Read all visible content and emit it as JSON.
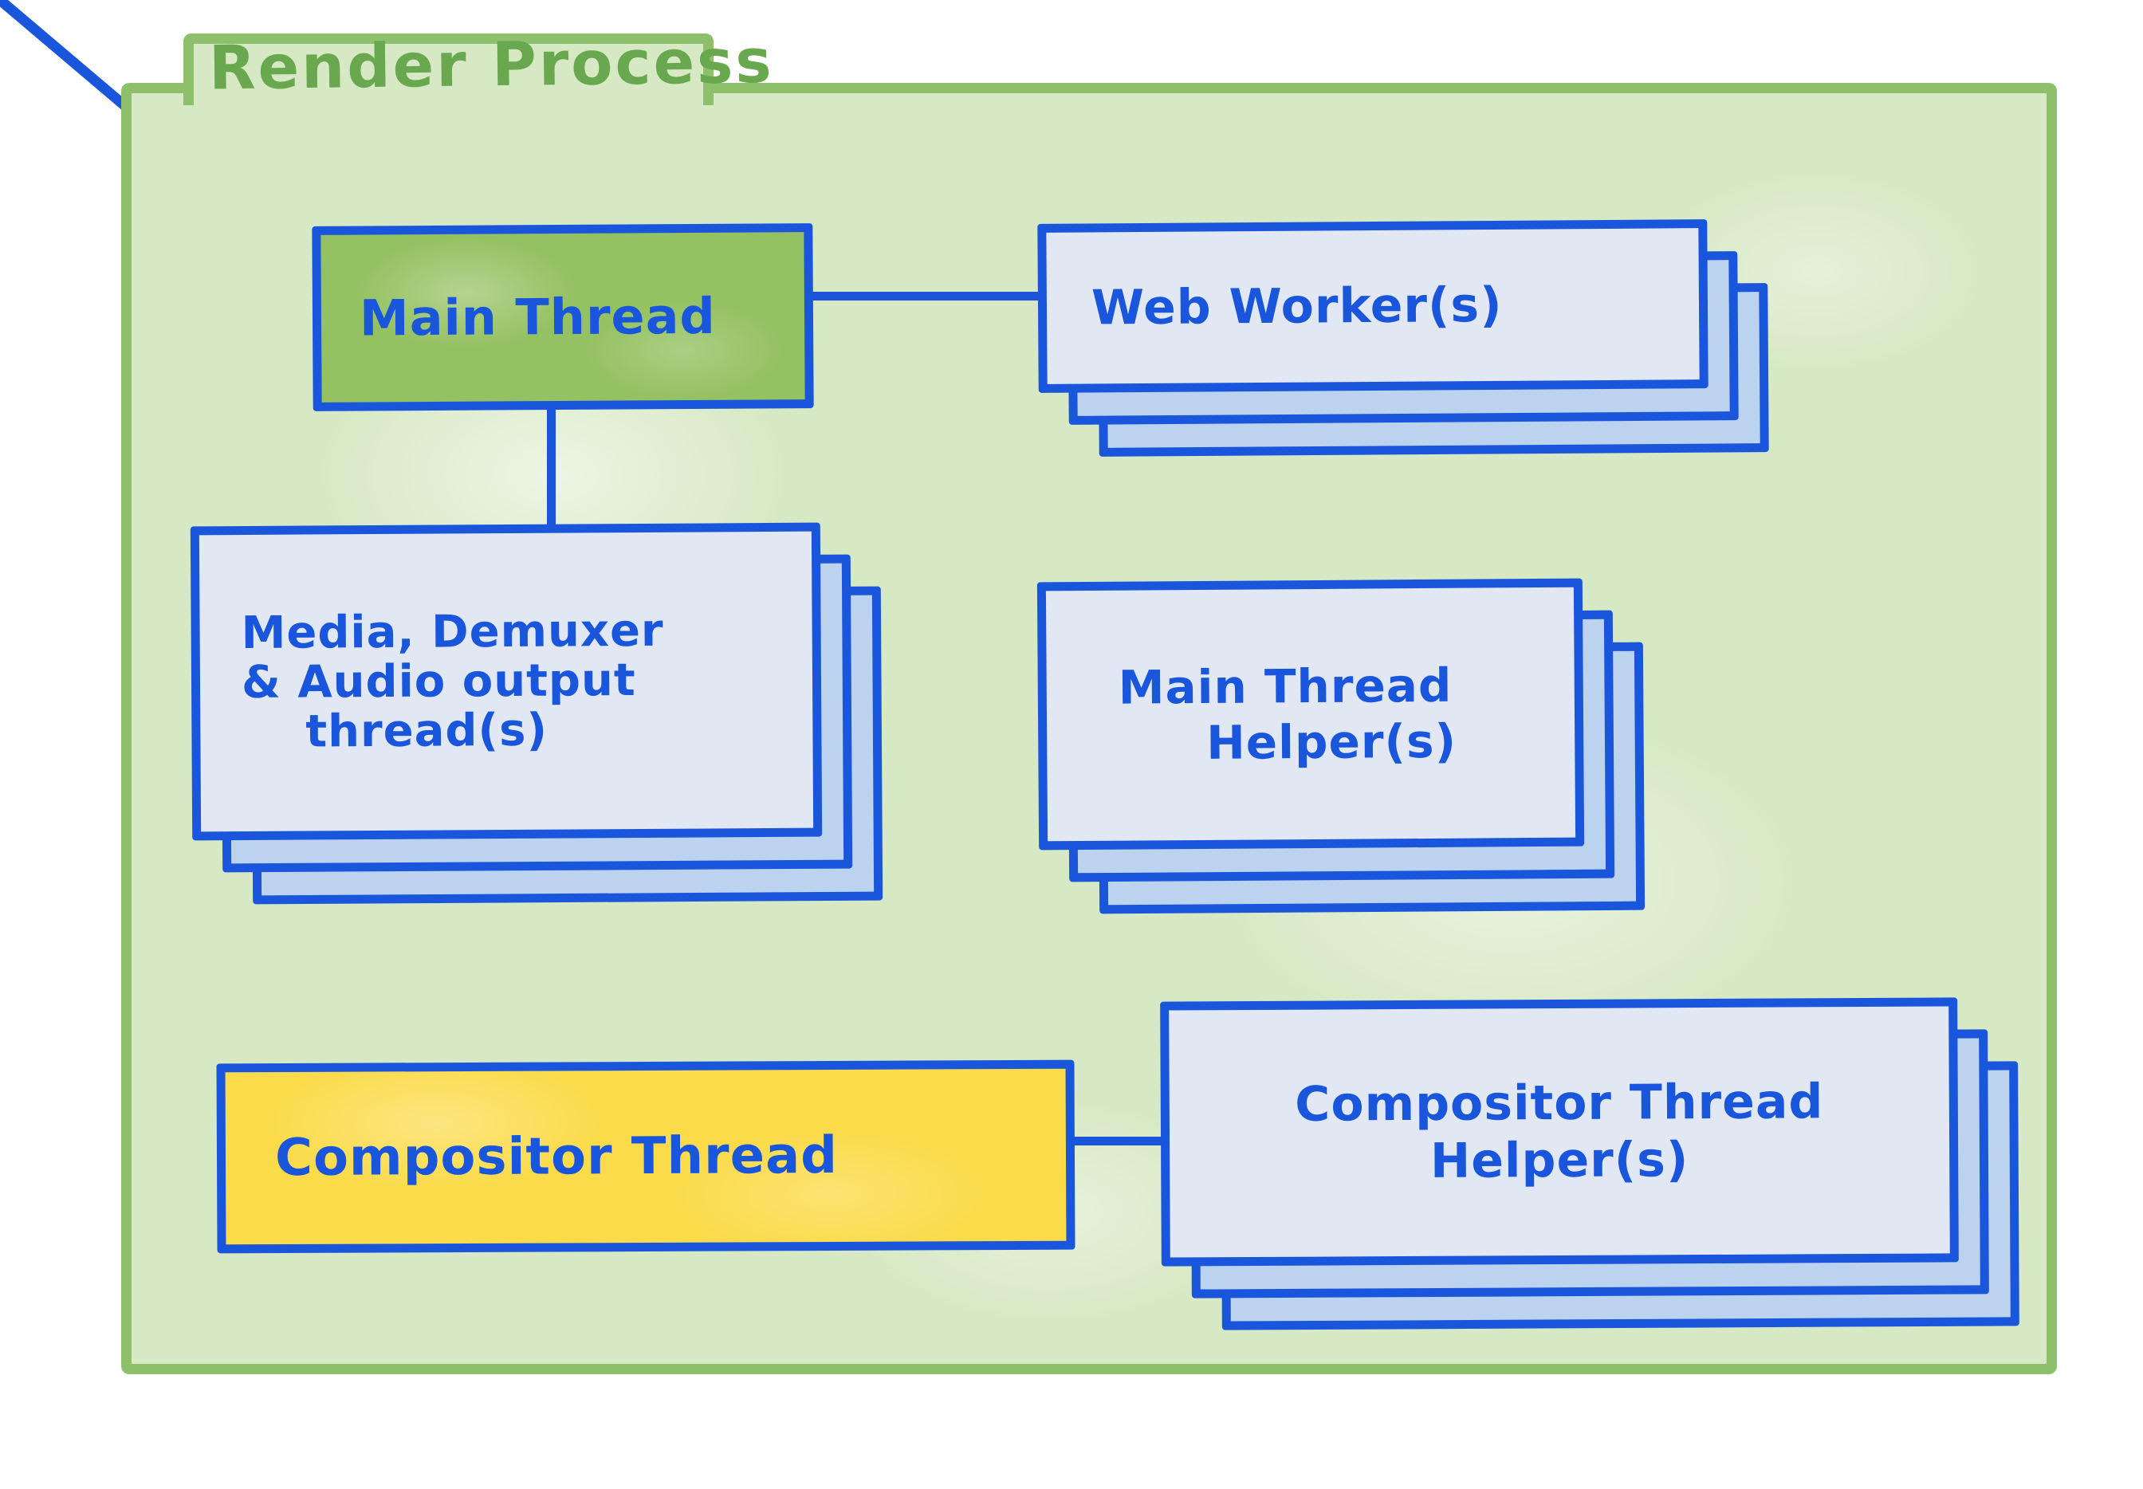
{
  "diagram": {
    "title": "Render Process",
    "type": "architecture-block-diagram",
    "colors": {
      "container_fill": "#d7e9c4",
      "container_border": "#8ec06c",
      "title_text": "#6aa84f",
      "node_border": "#1a56db",
      "node_text": "#1a56db",
      "node_fill_default": "#e2e8f3",
      "stack_layer_fill": "#bcd3ef",
      "main_thread_fill": "#94c161",
      "compositor_thread_fill": "#fbdb4a"
    },
    "nodes": [
      {
        "id": "main-thread",
        "label": "Main Thread",
        "lines": [
          "Main Thread"
        ],
        "fill": "#94c161",
        "stacked": false,
        "stack_count": 1
      },
      {
        "id": "web-worker",
        "label": "Web Worker(s)",
        "lines": [
          "Web Worker(s)"
        ],
        "fill": "#e2e8f3",
        "stacked": true,
        "stack_count": 3
      },
      {
        "id": "media-thread",
        "label": "Media, Demuxer & Audio output thread(s)",
        "lines": [
          "Media, Demuxer",
          "& Audio output",
          "thread(s)"
        ],
        "fill": "#e2e8f3",
        "stacked": true,
        "stack_count": 3
      },
      {
        "id": "mt-helper",
        "label": "Main Thread Helper(s)",
        "lines": [
          "Main Thread",
          "Helper(s)"
        ],
        "fill": "#e2e8f3",
        "stacked": true,
        "stack_count": 3
      },
      {
        "id": "compositor-thread",
        "label": "Compositor Thread",
        "lines": [
          "Compositor Thread"
        ],
        "fill": "#fbdb4a",
        "stacked": false,
        "stack_count": 1
      },
      {
        "id": "ct-helper",
        "label": "Compositor Thread Helper(s)",
        "lines": [
          "Compositor Thread",
          "Helper(s)"
        ],
        "fill": "#e2e8f3",
        "stacked": true,
        "stack_count": 3
      }
    ],
    "edges": [
      {
        "from": "main-thread",
        "to": "web-worker",
        "style": "horizontal"
      },
      {
        "from": "main-thread",
        "to": "media-thread",
        "style": "vertical"
      },
      {
        "from": "main-thread",
        "to": "mt-helper",
        "style": "diagonal"
      },
      {
        "from": "compositor-thread",
        "to": "ct-helper",
        "style": "horizontal"
      }
    ]
  },
  "labels": {
    "title": "Render Process",
    "main_thread": "Main Thread",
    "web_worker": "Web Worker(s)",
    "media_line1": "Media, Demuxer",
    "media_line2": "& Audio output",
    "media_line3": "thread(s)",
    "mt_helper_line1": "Main Thread",
    "mt_helper_line2": "Helper(s)",
    "compositor_thread": "Compositor Thread",
    "ct_helper_line1": "Compositor Thread",
    "ct_helper_line2": "Helper(s)"
  }
}
